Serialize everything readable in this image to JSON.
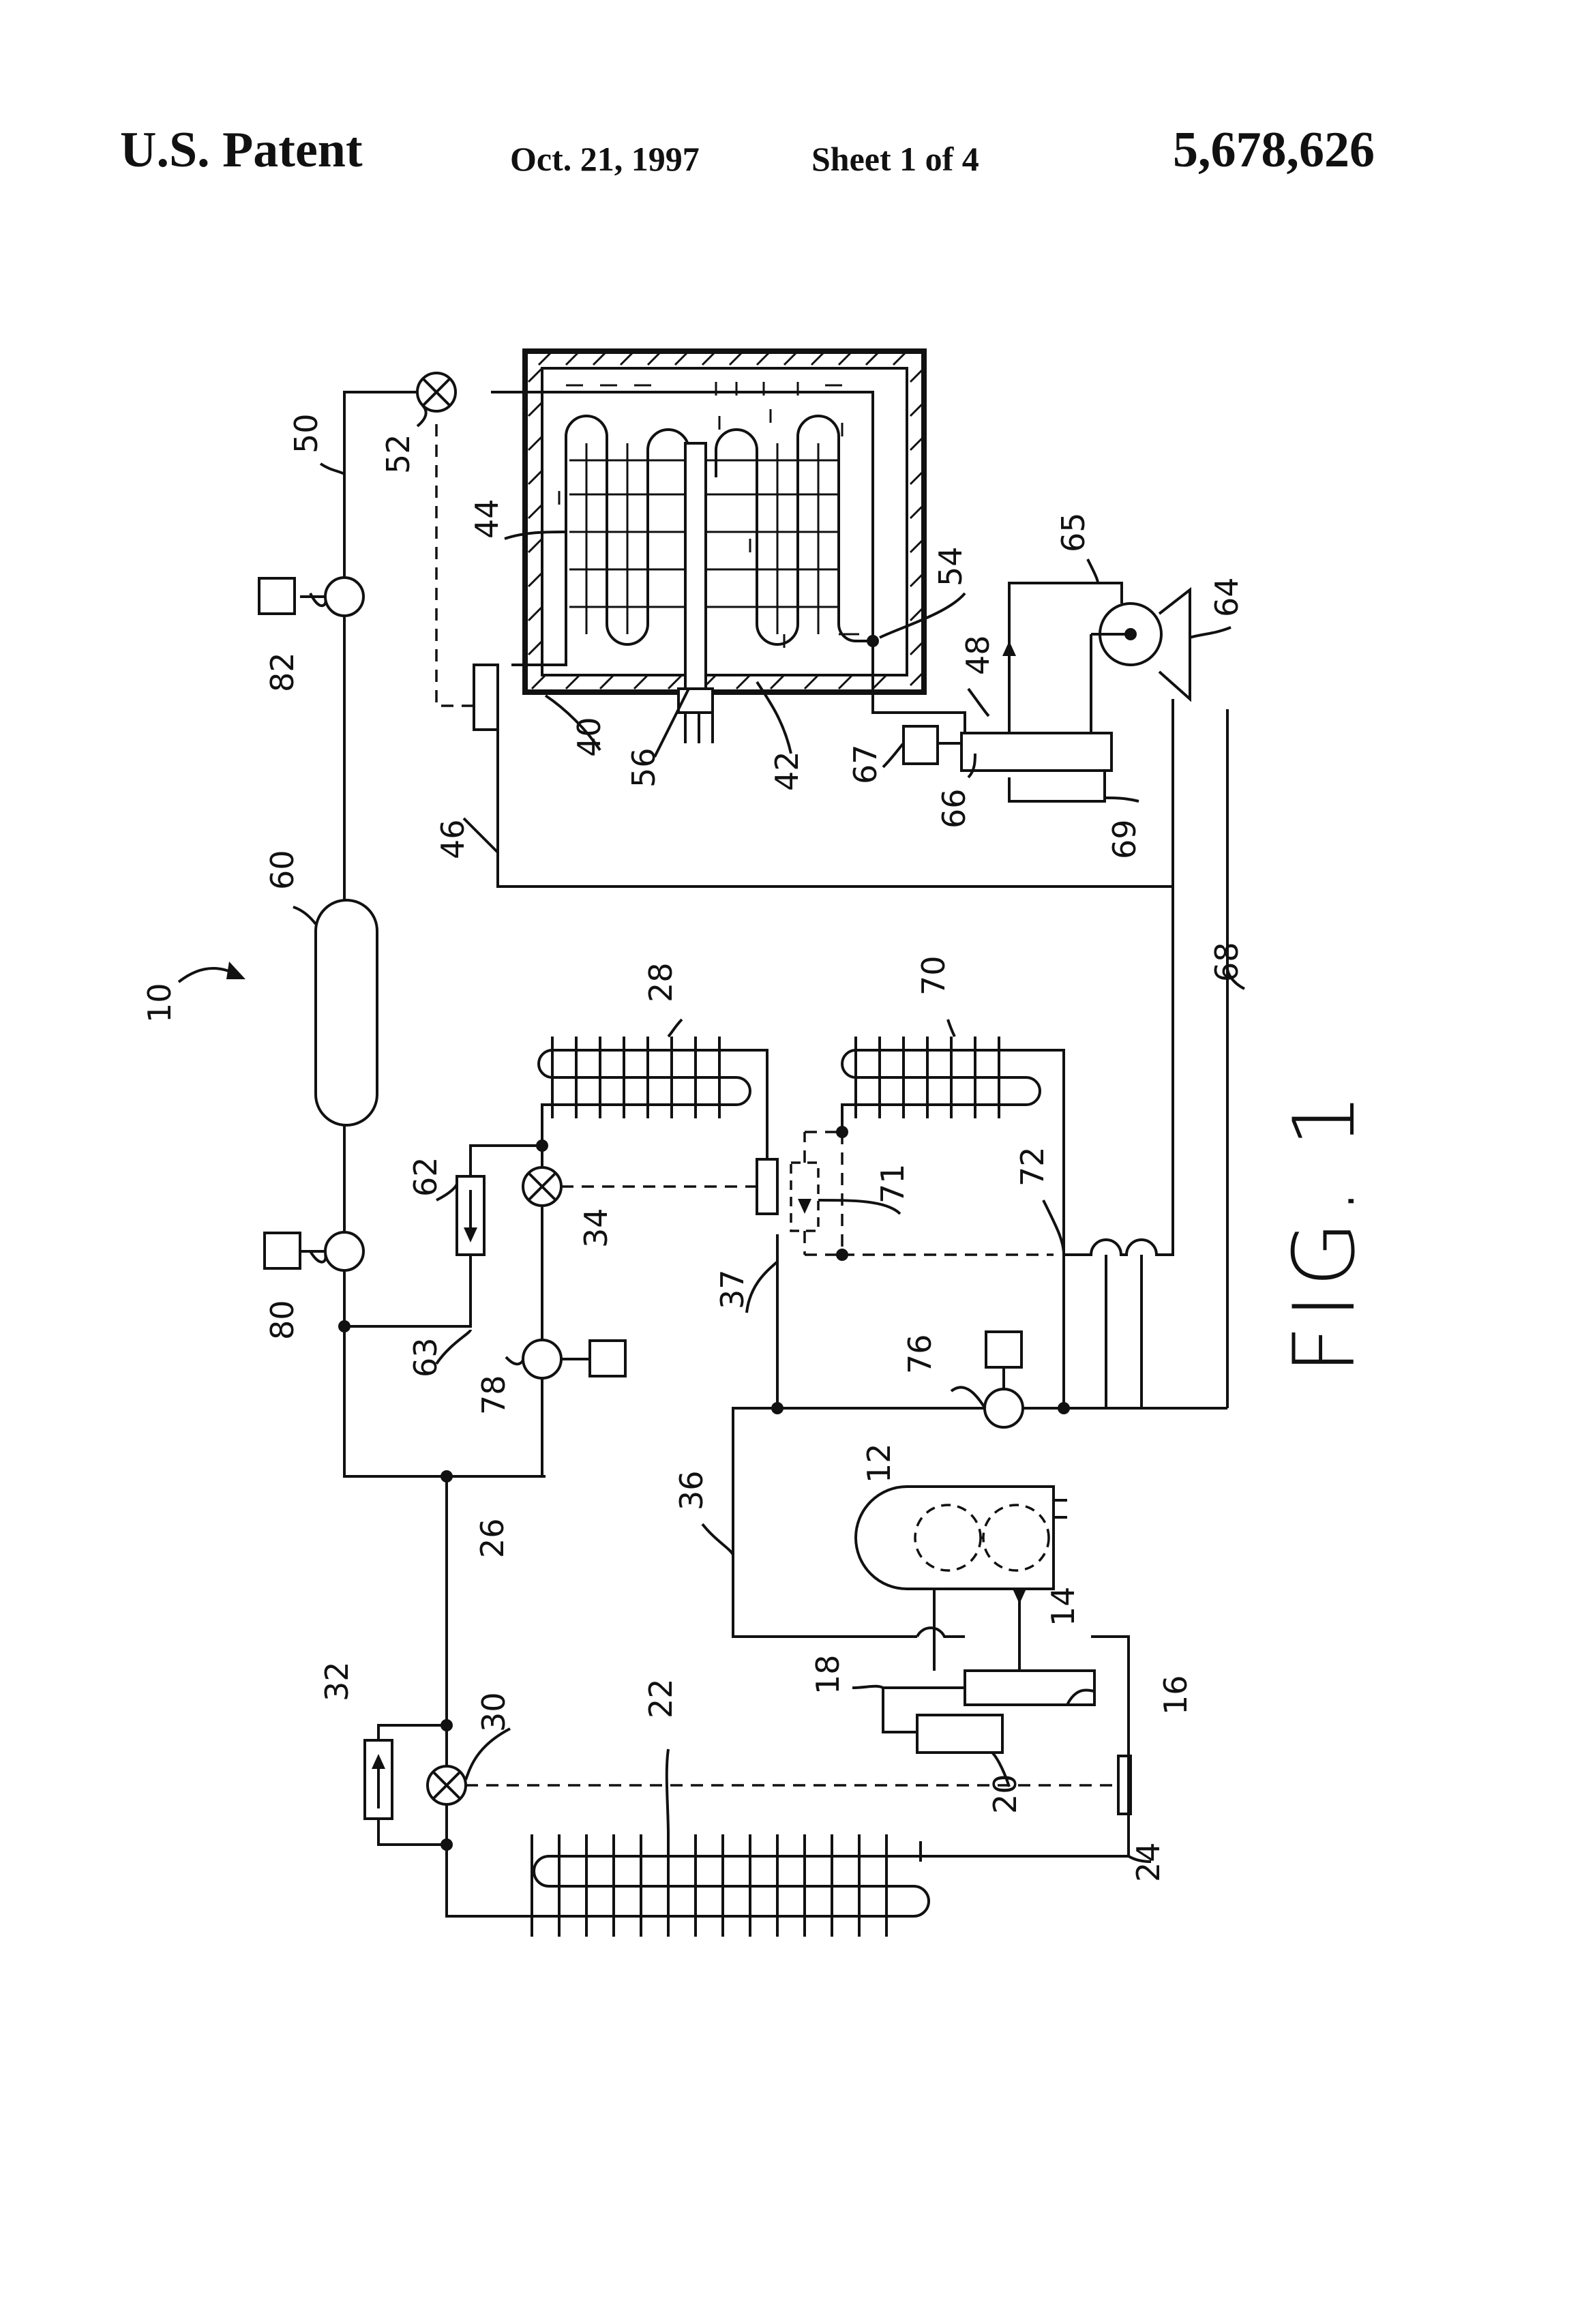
{
  "header": {
    "left": "U.S. Patent",
    "date": "Oct. 21, 1997",
    "sheet": "Sheet 1 of 4",
    "number": "5,678,626"
  },
  "figure": {
    "caption": "FIG. 1",
    "labels": {
      "l10": "10",
      "l12": "12",
      "l14": "14",
      "l16": "16",
      "l18": "18",
      "l20": "20",
      "l22": "22",
      "l24": "24",
      "l26": "26",
      "l28": "28",
      "l30": "30",
      "l32": "32",
      "l34": "34",
      "l36": "36",
      "l37": "37",
      "l40": "40",
      "l42": "42",
      "l44": "44",
      "l46": "46",
      "l48": "48",
      "l50": "50",
      "l52": "52",
      "l54": "54",
      "l56": "56",
      "l60": "60",
      "l62": "62",
      "l63": "63",
      "l64": "64",
      "l65": "65",
      "l66": "66",
      "l67": "67",
      "l68": "68",
      "l69": "69",
      "l70": "70",
      "l71": "71",
      "l72": "72",
      "l76": "76",
      "l78": "78",
      "l80": "80",
      "l82": "82"
    }
  }
}
